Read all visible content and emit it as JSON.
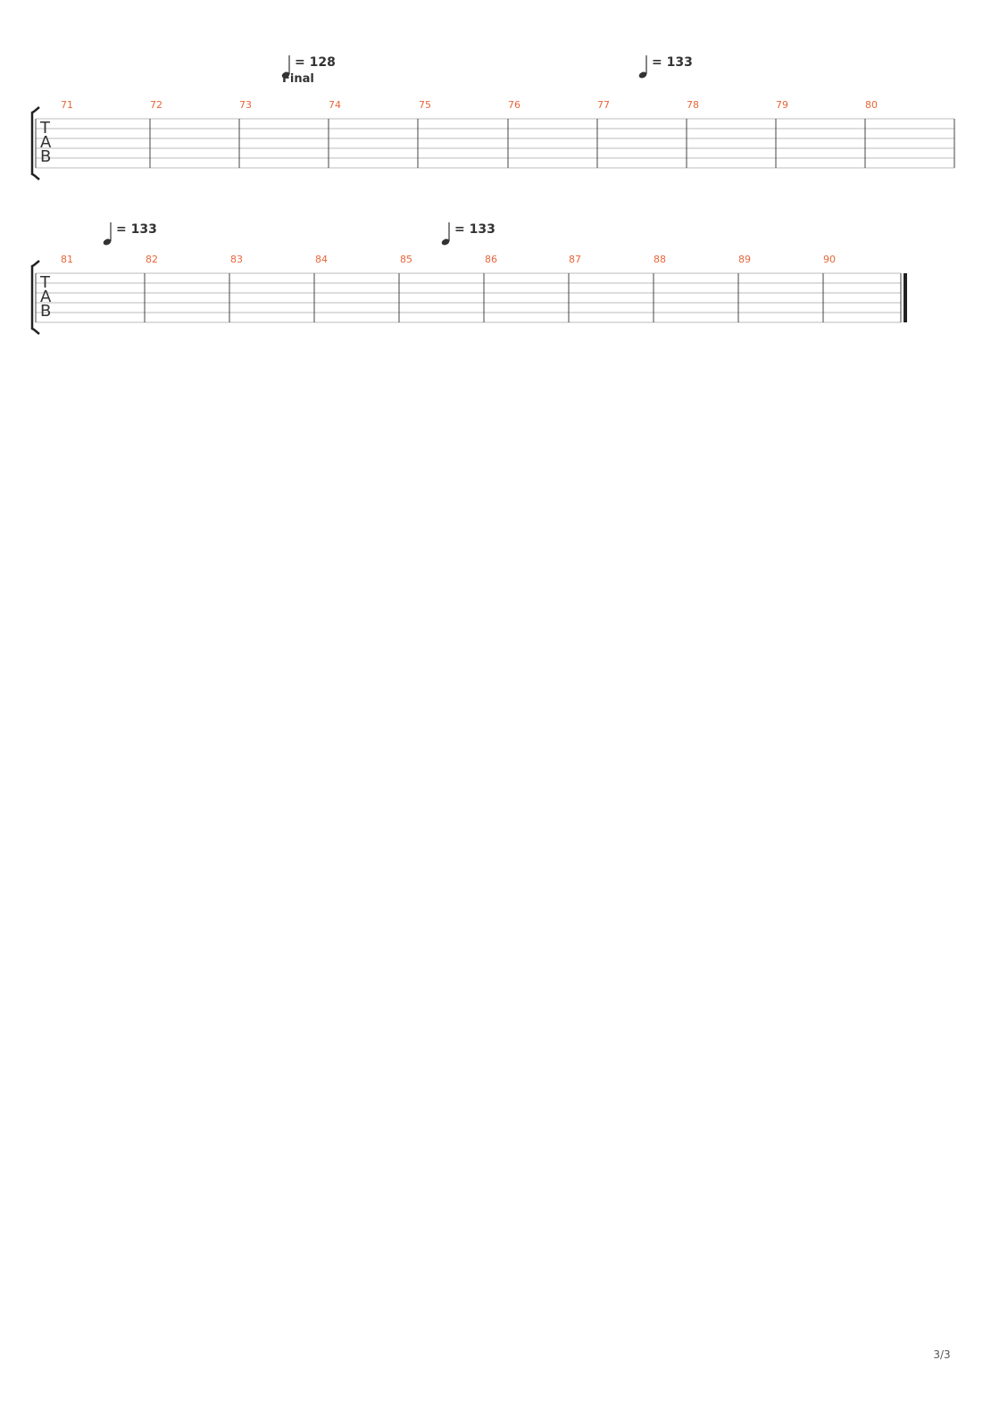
{
  "systems": [
    {
      "tab_clef": [
        "T",
        "A",
        "B"
      ],
      "bars": [
        "71",
        "72",
        "73",
        "74",
        "75",
        "76",
        "77",
        "78",
        "79",
        "80"
      ],
      "tempos": [
        {
          "text": "= 128",
          "section": "Final"
        },
        {
          "text": "= 133",
          "section": ""
        }
      ],
      "final_barline": false
    },
    {
      "tab_clef": [
        "T",
        "A",
        "B"
      ],
      "bars": [
        "81",
        "82",
        "83",
        "84",
        "85",
        "86",
        "87",
        "88",
        "89",
        "90"
      ],
      "tempos": [
        {
          "text": "= 133",
          "section": ""
        },
        {
          "text": "= 133",
          "section": ""
        }
      ],
      "final_barline": true
    }
  ],
  "footer": {
    "page_number": "3/3"
  },
  "colors": {
    "bar_number": "#e8663a",
    "staff_line": "#bbbbbb",
    "barline": "#444444",
    "text": "#333333"
  }
}
